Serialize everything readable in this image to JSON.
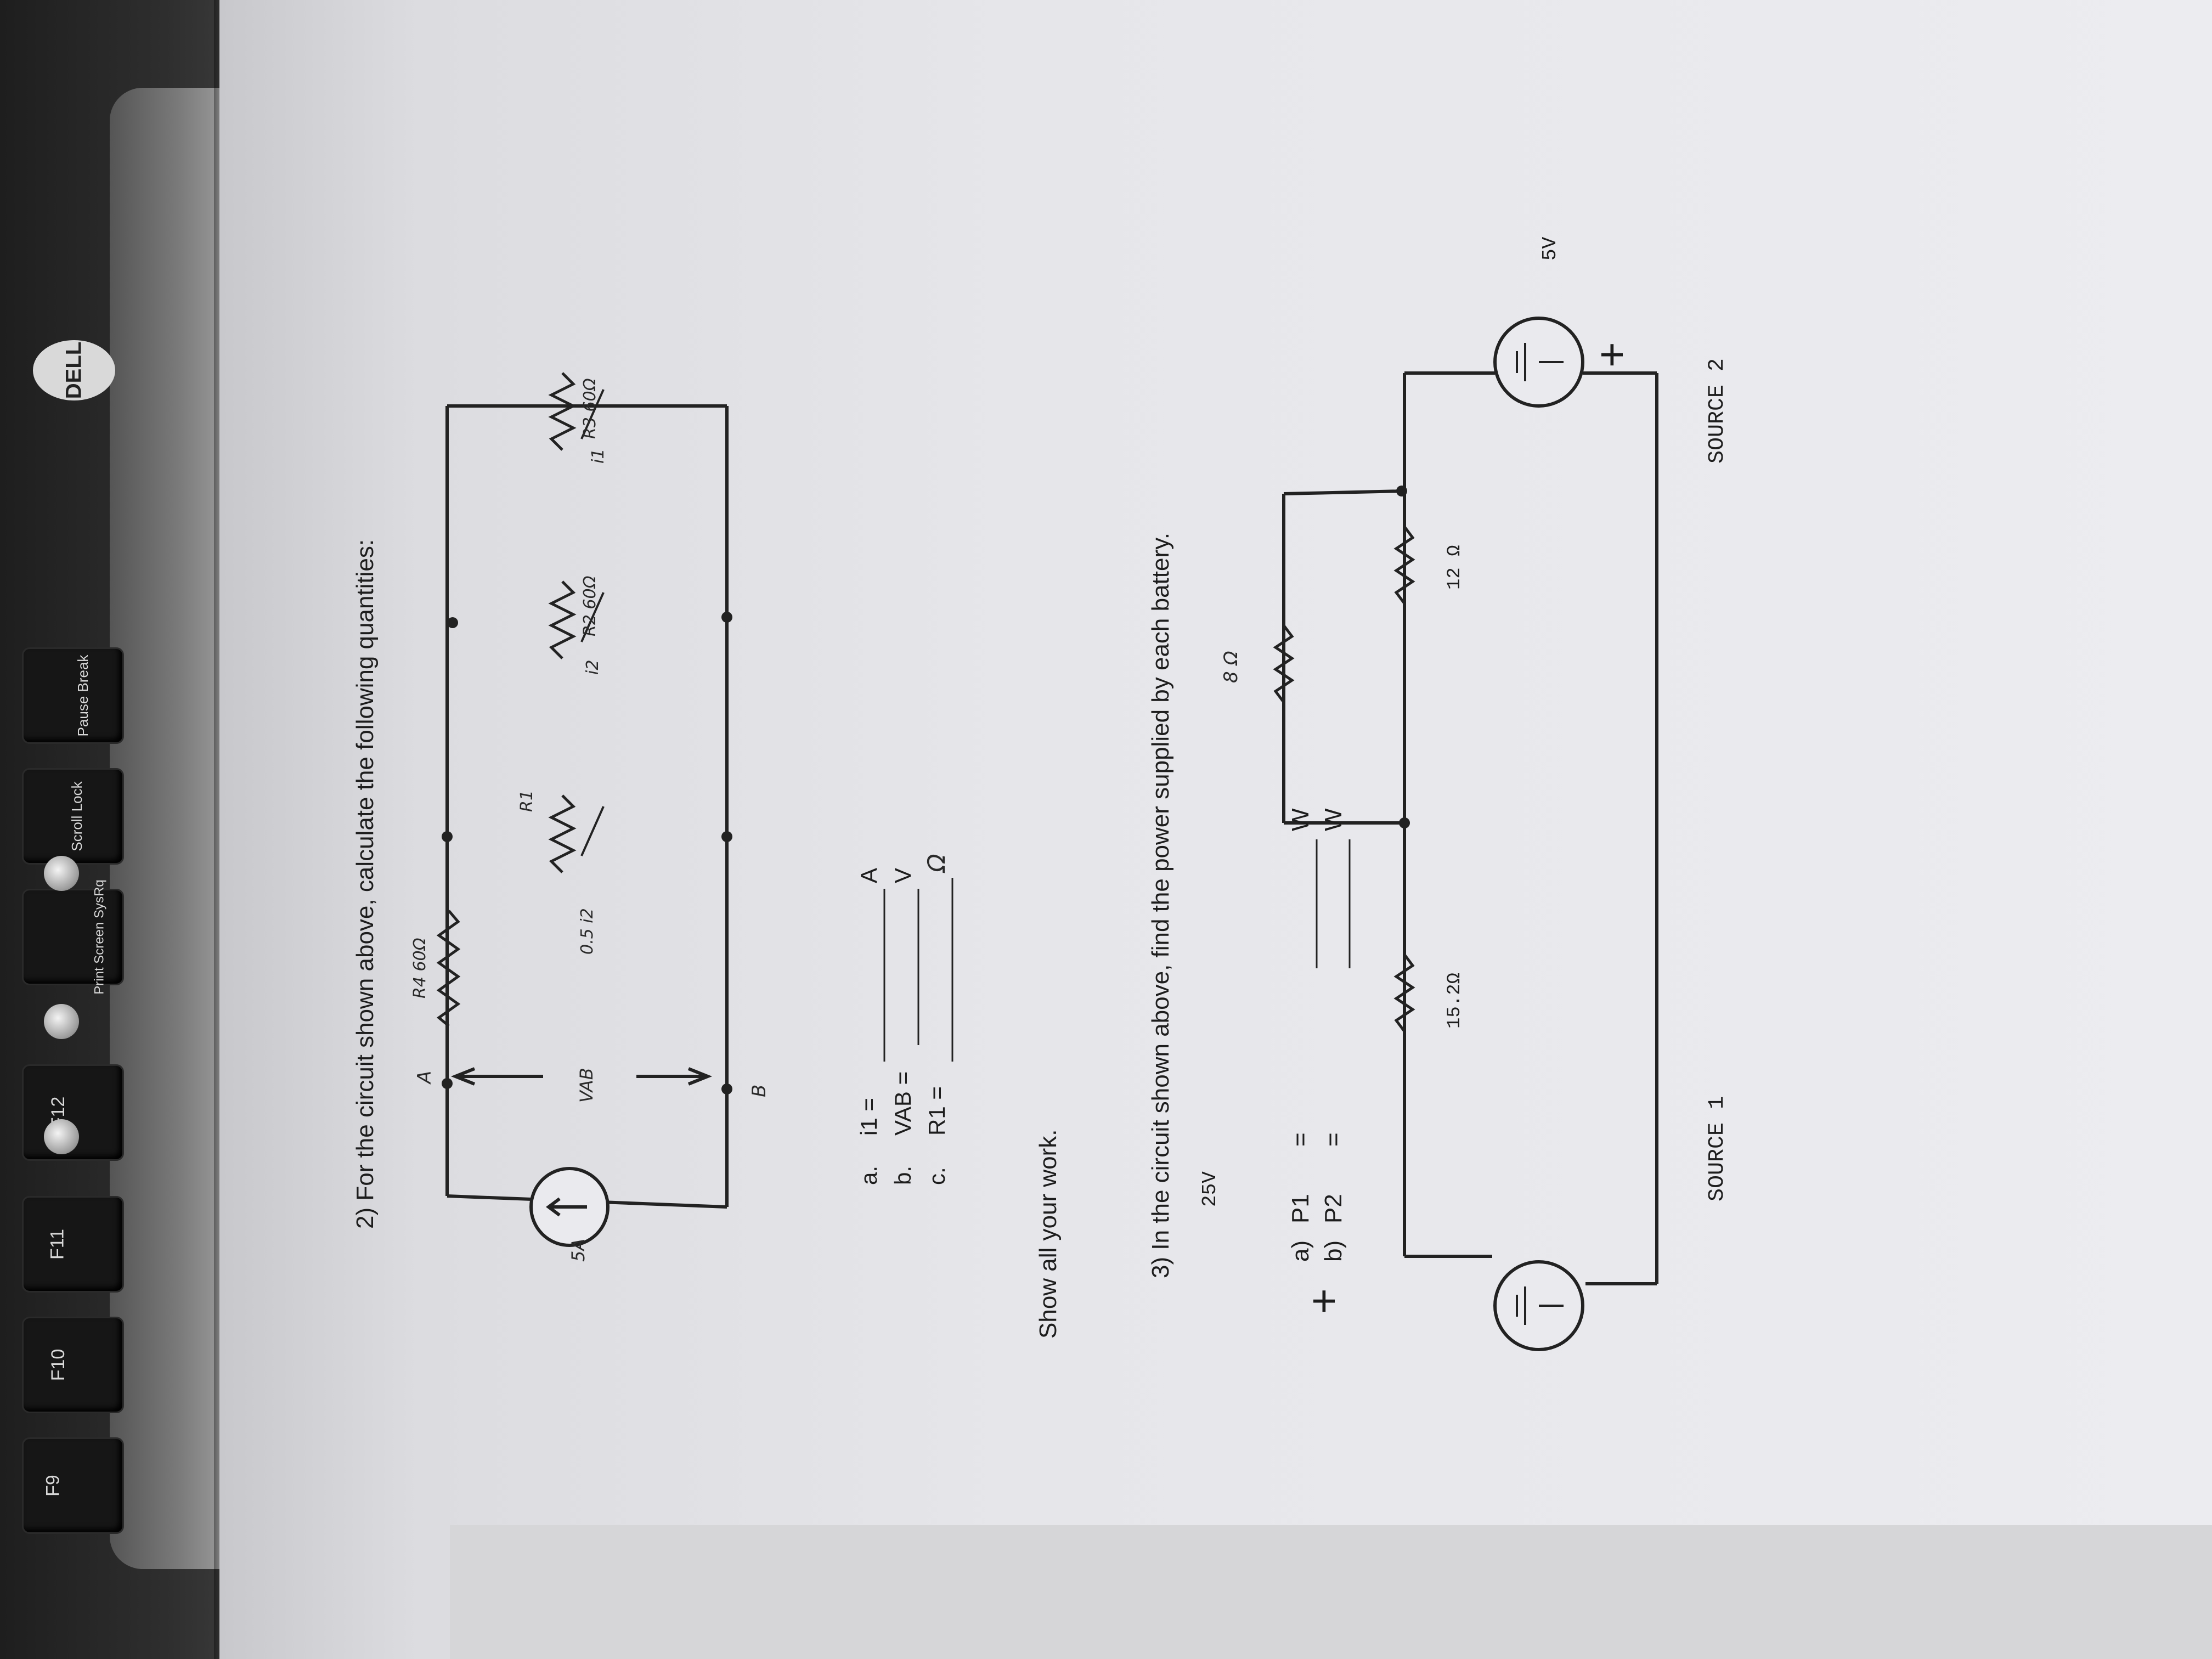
{
  "keyboard": {
    "keys": [
      "F9",
      "F10",
      "F11",
      "F12",
      "Print Screen SysRq",
      "Scroll Lock",
      "Pause Break"
    ],
    "logo": "DELL"
  },
  "problem2": {
    "prompt": "2)  For the circuit shown above, calculate the following quantities:",
    "node_a": "A",
    "node_b": "B",
    "source": "5A",
    "vab": "VAB",
    "r4": "R4 60Ω",
    "r1": "R1",
    "r1_current": "0.5 i2",
    "r2": "R2 60Ω",
    "i2": "i2",
    "r3": "R3 60Ω",
    "i1": "i1",
    "q_a_label": "a.",
    "q_a_text": "i1 =",
    "q_a_unit": "A",
    "q_b_label": "b.",
    "q_b_text": "VAB =",
    "q_b_unit": "V",
    "q_c_label": "c.",
    "q_c_text": "R1 =",
    "q_c_unit": "Ω",
    "show_work": "Show all your work."
  },
  "problem3": {
    "prompt": "3)  In the circuit shown above, find the power supplied by each battery.",
    "r_top": "8 Ω",
    "r_series": "15.2Ω",
    "r_mid": "12 Ω",
    "v1": "25V",
    "v2": "5V",
    "plus": "+",
    "source1": "SOURCE 1",
    "source2": "SOURCE 2",
    "ans_a_label": "a)",
    "ans_a_text": "P1",
    "ans_b_label": "b)",
    "ans_b_text": "P2",
    "equals": "=",
    "unit_w": "W"
  }
}
